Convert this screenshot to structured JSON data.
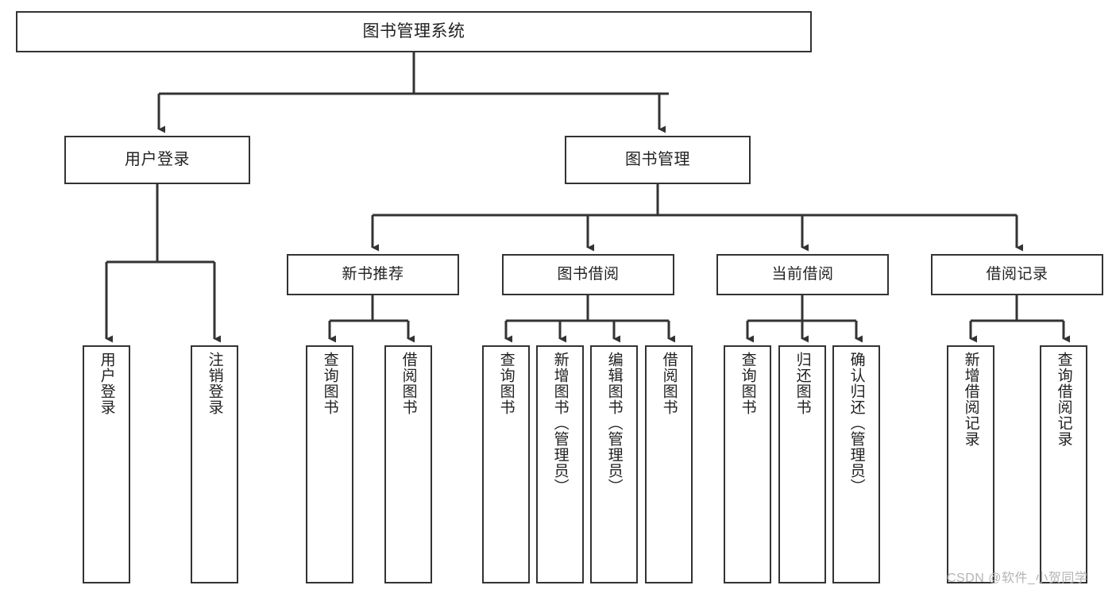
{
  "diagram": {
    "title": "图书管理系统",
    "type": "hierarchy-tree",
    "root": {
      "id": "system-root",
      "label": "图书管理系统"
    },
    "level2": [
      {
        "id": "user-login",
        "label": "用户登录"
      },
      {
        "id": "book-manage",
        "label": "图书管理"
      }
    ],
    "level3": [
      {
        "id": "new-book",
        "label": "新书推荐",
        "parent": "book-manage"
      },
      {
        "id": "book-borrow",
        "label": "图书借阅",
        "parent": "book-manage"
      },
      {
        "id": "current-borrow",
        "label": "当前借阅",
        "parent": "book-manage"
      },
      {
        "id": "borrow-record",
        "label": "借阅记录",
        "parent": "book-manage"
      }
    ],
    "leaves": [
      {
        "id": "leaf-user-login",
        "label": "用户登录",
        "parent": "user-login"
      },
      {
        "id": "leaf-logout-login",
        "label": "注销登录",
        "parent": "user-login"
      },
      {
        "id": "leaf-query-book-1",
        "label": "查询图书",
        "parent": "new-book"
      },
      {
        "id": "leaf-borrow-book-1",
        "label": "借阅图书",
        "parent": "new-book"
      },
      {
        "id": "leaf-query-book-2",
        "label": "查询图书",
        "parent": "book-borrow"
      },
      {
        "id": "leaf-add-book",
        "label": "新增图书（管理员）",
        "parent": "book-borrow"
      },
      {
        "id": "leaf-edit-book",
        "label": "编辑图书（管理员）",
        "parent": "book-borrow"
      },
      {
        "id": "leaf-borrow-book-2",
        "label": "借阅图书",
        "parent": "book-borrow"
      },
      {
        "id": "leaf-query-book-3",
        "label": "查询图书",
        "parent": "current-borrow"
      },
      {
        "id": "leaf-return-book",
        "label": "归还图书",
        "parent": "current-borrow"
      },
      {
        "id": "leaf-confirm-return",
        "label": "确认归还（管理员）",
        "parent": "current-borrow"
      },
      {
        "id": "leaf-add-record",
        "label": "新增借阅记录",
        "parent": "borrow-record"
      },
      {
        "id": "leaf-query-record",
        "label": "查询借阅记录",
        "parent": "borrow-record"
      }
    ],
    "colors": {
      "box_border": "#333333",
      "box_fill": "#ffffff",
      "connector": "#333333",
      "text": "#222222",
      "watermark": "#b4b4b4"
    }
  },
  "watermark": {
    "text": "CSDN @软件_小贺同学"
  }
}
